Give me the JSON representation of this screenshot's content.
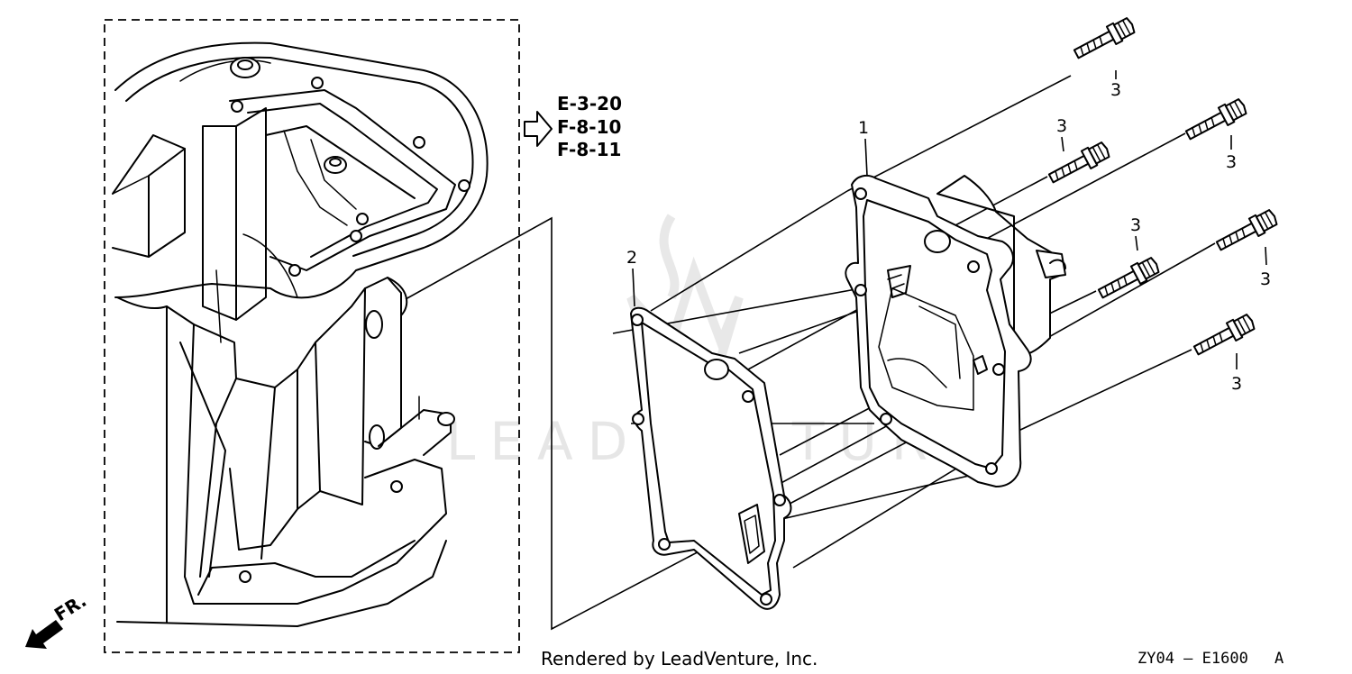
{
  "diagram": {
    "references": [
      "E-3-20",
      "F-8-10",
      "F-8-11"
    ],
    "part_labels": {
      "cover": "1",
      "gasket": "2",
      "bolt": "3"
    },
    "direction_label": "FR.",
    "watermark": "LEADVENTURE",
    "footer": {
      "credit": "Rendered by LeadVenture, Inc.",
      "code": "ZY04 — E1600",
      "revision": "A"
    }
  }
}
